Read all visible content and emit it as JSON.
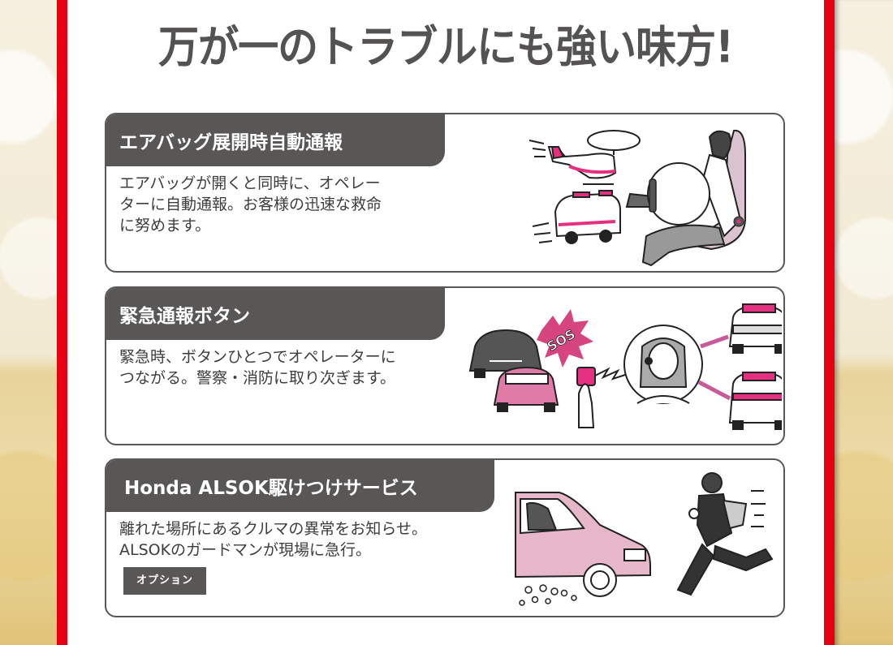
{
  "page": {
    "headline": "万が一のトラブルにも強い味方!",
    "colors": {
      "accent_red": "#e60012",
      "tab_dark": "#595656",
      "pink": "#e4307e",
      "light_pink": "#e6b6c9",
      "text_gray": "#3f3c3c"
    }
  },
  "cards": [
    {
      "title": "エアバッグ展開時自動通報",
      "body_lines": [
        "エアバッグが開くと同時に、オペレー",
        "ターに自動通報。お客様の迅速な救命",
        "に努めます。"
      ],
      "illustration": "airbag-deployment-helicopter-ambulance"
    },
    {
      "title": "緊急通報ボタン",
      "body_lines": [
        "緊急時、ボタンひとつでオペレーターに",
        "つながる。警察・消防に取り次ぎます。"
      ],
      "illustration": "sos-button-operator-police-ambulance",
      "sos_text": "SOS"
    },
    {
      "title": "Honda ALSOK駆けつけサービス",
      "body_lines": [
        "離れた場所にあるクルマの異常をお知らせ。",
        "ALSOKのガードマンが現場に急行。"
      ],
      "badge": "オプション",
      "illustration": "car-break-in-guard-running"
    }
  ]
}
